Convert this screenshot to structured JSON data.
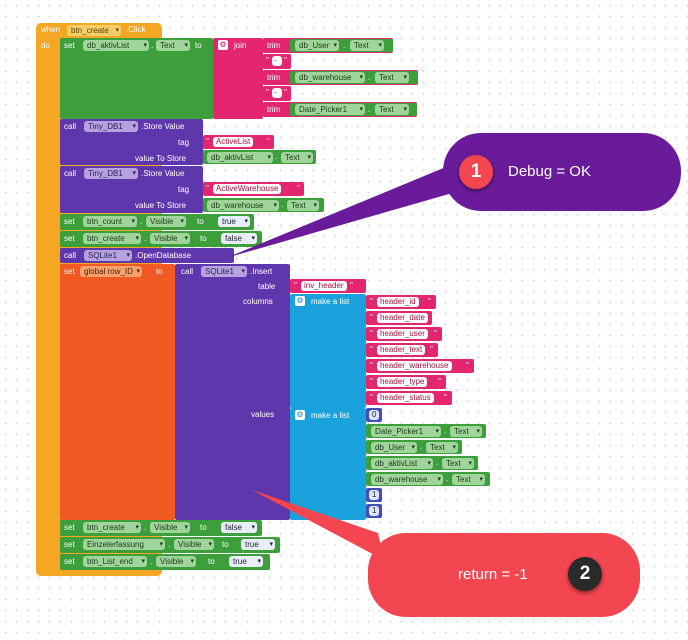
{
  "event": {
    "when": "when",
    "do": "do",
    "component": "btn_create",
    "event_name": ".Click"
  },
  "kw": {
    "set": "set",
    "call": "call",
    "to": "to",
    "join": "join",
    "trim": "trim",
    "dot": ".",
    "store_value": ".Store Value",
    "tag": "tag",
    "value_to_store": "value To Store",
    "open_database": ".OpenDatabase",
    "insert": ".Insert",
    "table": "table",
    "columns": "columns",
    "values": "values",
    "make_a_list": "make a list"
  },
  "set1": {
    "component": "db_aktivList",
    "property": "Text"
  },
  "join_items": [
    {
      "kind": "trim",
      "component": "db_User",
      "property": "Text"
    },
    {
      "kind": "str",
      "value": "-"
    },
    {
      "kind": "trim",
      "component": "db_warehouse",
      "property": "Text"
    },
    {
      "kind": "str",
      "value": "-"
    },
    {
      "kind": "trim",
      "component": "Date_Picker1",
      "property": "Text"
    }
  ],
  "store1": {
    "component": "Tiny_DB1",
    "tag": "ActiveList",
    "value_component": "db_aktivList",
    "value_property": "Text"
  },
  "store2": {
    "component": "Tiny_DB1",
    "tag": "ActiveWarehouse",
    "value_component": "db_warehouse",
    "value_property": "Text"
  },
  "set_count": {
    "component": "btn_count",
    "property": "Visible",
    "value": "true"
  },
  "set_create": {
    "component": "btn_create",
    "property": "Visible",
    "value": "false"
  },
  "open_db": {
    "component": "SQLite1"
  },
  "set_row": {
    "variable": "global row_ID"
  },
  "insert": {
    "component": "SQLite1",
    "table": "inv_header",
    "columns": [
      "header_id",
      "header_date",
      "header_user",
      "header_text",
      "header_warehouse",
      "header_type",
      "header_status"
    ],
    "values": [
      {
        "kind": "num",
        "value": "0"
      },
      {
        "kind": "prop",
        "component": "Date_Picker1",
        "property": "Text"
      },
      {
        "kind": "prop",
        "component": "db_User",
        "property": "Text"
      },
      {
        "kind": "prop",
        "component": "db_aktivList",
        "property": "Text"
      },
      {
        "kind": "prop",
        "component": "db_warehouse",
        "property": "Text"
      },
      {
        "kind": "num",
        "value": "1"
      },
      {
        "kind": "num",
        "value": "1"
      }
    ]
  },
  "tail": [
    {
      "component": "btn_create",
      "property": "Visible",
      "value": "false"
    },
    {
      "component": "Einzelerfassung",
      "property": "Visible",
      "value": "true"
    },
    {
      "component": "btn_List_end",
      "property": "Visible",
      "value": "true"
    }
  ],
  "callout1": {
    "badge": "1",
    "text": "Debug = OK",
    "color": "#6a1b9a"
  },
  "callout2": {
    "badge": "2",
    "text": "return = -1",
    "color": "#f44650"
  },
  "colors": {
    "event": "#f5a623",
    "set_prop": "#3d9e3c",
    "text_join": "#e3266f",
    "component_call": "#5e37ad",
    "list": "#1ba2dc",
    "variable": "#f05a22",
    "math": "#3f51b5"
  }
}
